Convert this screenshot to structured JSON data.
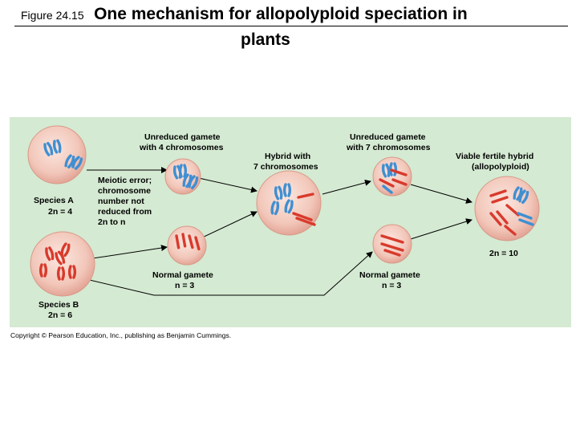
{
  "header": {
    "figure_number": "Figure 24.15",
    "title_line1": "One mechanism for allopolyploid speciation in",
    "title_line2": "plants"
  },
  "diagram": {
    "background_color": "#d4ead2",
    "colors": {
      "blue_chromosome": "#3f8fd2",
      "red_chromosome": "#d83a2c",
      "cell": "#f3ccc0"
    },
    "labels": {
      "species_a_name": "Species A",
      "species_a_count": "2n = 4",
      "species_b_name": "Species B",
      "species_b_count": "2n = 6",
      "meiotic_error": [
        "Meiotic error;",
        "chromosome",
        "number not",
        "reduced from",
        "2n to n"
      ],
      "unreduced_gamete_4": [
        "Unreduced gamete",
        "with 4 chromosomes"
      ],
      "normal_gamete_a": "Normal gamete",
      "normal_gamete_a_count": "n = 3",
      "hybrid": [
        "Hybrid with",
        "7 chromosomes"
      ],
      "unreduced_gamete_7": [
        "Unreduced gamete",
        "with 7 chromosomes"
      ],
      "normal_gamete_b": "Normal gamete",
      "normal_gamete_b_count": "n = 3",
      "viable_hybrid": [
        "Viable fertile hybrid",
        "(allopolyploid)"
      ],
      "viable_hybrid_count": "2n = 10"
    }
  },
  "footer": {
    "copyright": "Copyright © Pearson Education, Inc., publishing as Benjamin Cummings."
  }
}
